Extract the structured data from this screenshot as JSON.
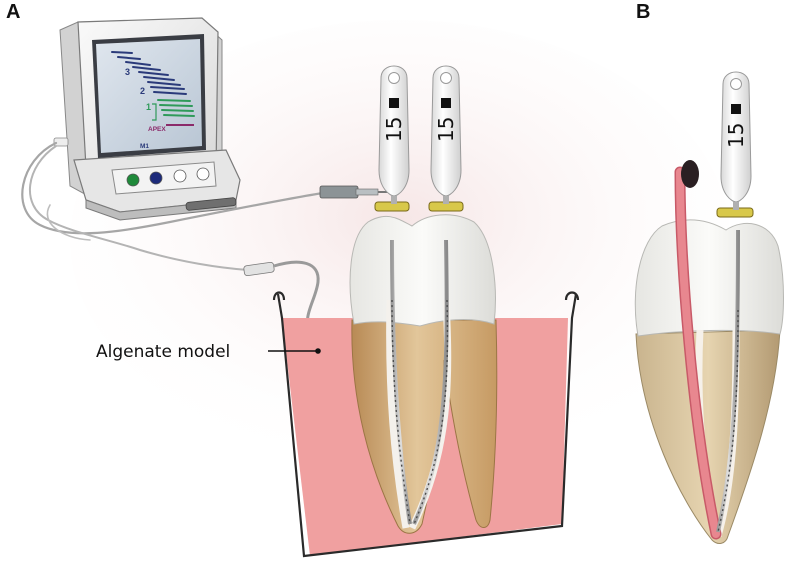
{
  "panels": {
    "a_label": "A",
    "b_label": "B"
  },
  "callout": {
    "label": "Algenate model"
  },
  "apex_locator": {
    "scale_marks": [
      "3",
      "2",
      "1"
    ],
    "apex_label": "APEX",
    "mode_label": "M1",
    "button_colors": [
      "#1f8a3a",
      "#1c2a7a",
      "#ffffff",
      "#ffffff"
    ]
  },
  "files": {
    "size_label": "15"
  },
  "colors": {
    "algenate": "#f0a0a0",
    "gutta_percha": "#e8878f",
    "stopper": "#d8c84a",
    "enamel": "#f1f0ec",
    "dentin": "#d9b98a"
  }
}
